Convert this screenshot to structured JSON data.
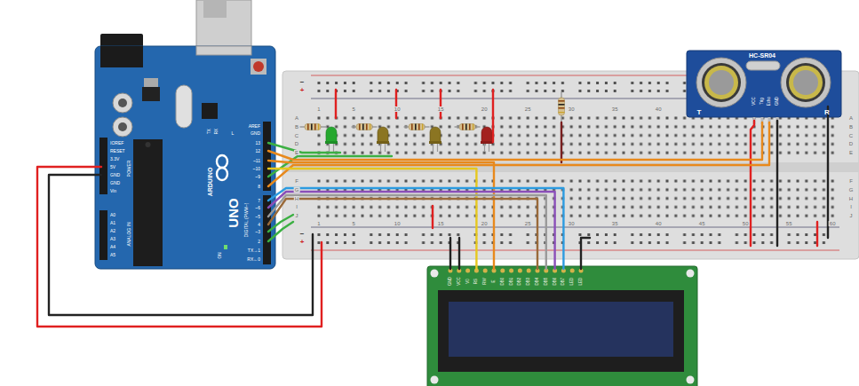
{
  "diagram": {
    "nodes": [
      {
        "text": [
          "ARDUINO",
          "UNO",
          "DIGITAL (PWM~)",
          "POWER",
          "ANALOG IN",
          "AREF",
          "GND",
          "13",
          "12",
          "~11",
          "~10",
          "~9",
          "8",
          "7",
          "~6",
          "~5",
          "4",
          "~3",
          "2",
          "TX→1",
          "RX←0",
          "IOREF",
          "RESET",
          "3.3V",
          "5V",
          "GND",
          "GND",
          "Vin",
          "A0",
          "A1",
          "A2",
          "A3",
          "A4",
          "A5",
          "TX",
          "RX",
          "L",
          "ON"
        ]
      },
      {
        "text": [
          "HC-SR04",
          "T",
          "VCC",
          "Trig",
          "Echo",
          "GND",
          "R"
        ]
      },
      {
        "text": [
          "GND",
          "VCC",
          "V0",
          "RS",
          "RW",
          "E",
          "DB0",
          "DB1",
          "DB2",
          "DB3",
          "DB4",
          "DB5",
          "DB6",
          "DB7",
          "LED",
          "LED"
        ]
      }
    ],
    "labels": [
      "−",
      "+",
      "1",
      "5",
      "10",
      "15",
      "20",
      "25",
      "30",
      "35",
      "40",
      "A",
      "B",
      "C",
      "D",
      "E",
      "A",
      "B",
      "C",
      "D",
      "E",
      "F",
      "G",
      "H",
      "I",
      "J",
      "F",
      "G",
      "H",
      "I",
      "J",
      "1",
      "5",
      "10",
      "15",
      "20",
      "25",
      "30",
      "35",
      "40",
      "45",
      "50",
      "55",
      "60",
      "−",
      "+"
    ]
  }
}
